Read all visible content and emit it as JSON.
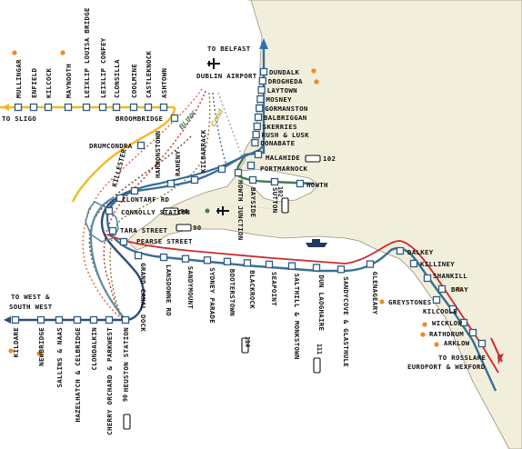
{
  "colors": {
    "sea": "#f1eedc",
    "land": "#ffffff",
    "coast": "#9a9478",
    "dart": "#3a6e96",
    "north_line": "#3a7ac4",
    "west_line": "#f5b820",
    "kildare_line": "#334a78",
    "maynooth_line": "#5d8a9e",
    "howth_line": "#3e7a56",
    "red_line": "#cc2a2a",
    "blue_line": "#2e70b8",
    "orange_dot": "#f08a24",
    "luas_green_dots": "#8b7a2f",
    "luas_red_dots": "#e06040"
  },
  "labels": {
    "to_belfast": "TO BELFAST",
    "dublin_airport": "DUBLIN AIRPORT",
    "to_sligo": "TO SLIGO",
    "to_west": "TO WEST &",
    "south_west": "SOUTH WEST",
    "to_rosslare": "TO ROSSLARE",
    "europort_wexford": "EUROPORT & WEXFORD",
    "bus_90": "90",
    "bus_90_tara": "90",
    "bus_102": "102",
    "bus_102_sutton": "102",
    "bus_114": "114",
    "bus_111": "111",
    "bus_90_heuston": "90",
    "brand_1": "BLINK",
    "brand_2": "Cond"
  },
  "stations": {
    "dundalk": "DUNDALK",
    "drogheda": "DROGHEDA",
    "laytown": "LAYTOWN",
    "mosney": "MOSNEY",
    "gormanston": "GORMANSTON",
    "balbriggan": "BALBRIGGAN",
    "skerries": "SKERRIES",
    "rush_lusk": "RUSH & LUSK",
    "donabate": "DONABATE",
    "malahide": "MALAHIDE",
    "portmarnock": "PORTMARNOCK",
    "howth": "HOWTH",
    "sutton": "SUTTON",
    "bayside": "BAYSIDE",
    "howth_junction": "HOWTH JUNCTION",
    "kilbarrack": "KILBARRACK",
    "raheny": "RAHENY",
    "harmonstown": "HARMONSTOWN",
    "killester": "KILLESTER",
    "clontarf_rd": "CLONTARF RD",
    "connolly": "CONNOLLY STATION",
    "tara_street": "TARA STREET",
    "pearse_street": "PEARSE STREET",
    "drumcondra": "DRUMCONDRA",
    "broombridge": "BROOMBRIDGE",
    "mullingar": "MULLINGAR",
    "enfield": "ENFIELD",
    "kilcock": "KILCOCK",
    "maynooth": "MAYNOOTH",
    "leixlip_louisa": "LEIXLIP LOUISA BRIDGE",
    "leixlip_confey": "LEIXLIP CONFEY",
    "clonsilla": "CLONSILLA",
    "coolmine": "COOLMINE",
    "castleknock": "CASTLEKNOCK",
    "ashtown": "ASHTOWN",
    "grand_canal_dock": "GRAND CANAL DOCK",
    "lansdowne_rd": "LANSDOWNE RD",
    "sandymount": "SANDYMOUNT",
    "sydney_parade": "SYDNEY PARADE",
    "booterstown": "BOOTERSTOWN",
    "blackrock": "BLACKROCK",
    "seapoint": "SEAPOINT",
    "salthill": "SALTHILL & MONKSTOWN",
    "dun_laoghaire": "DUN LAOGHAIRE",
    "sandycove": "SANDYCOVE & GLASTHULE",
    "glenageary": "GLENAGEARY",
    "dalkey": "DALKEY",
    "killiney": "KILLINEY",
    "shankill": "SHANKILL",
    "bray": "BRAY",
    "greystones": "GREYSTONES",
    "kilcoole": "KILCOOLE",
    "wicklow": "WICKLOW",
    "rathdrum": "RATHDRUM",
    "arklow": "ARKLOW",
    "kildare": "KILDARE",
    "newbridge": "NEWBRIDGE",
    "sallins": "SALLINS & NAAS",
    "hazelhatch": "HAZELHATCH & CELBRIDGE",
    "clondalkin": "CLONDALKIN",
    "cherry_orchard": "CHERRY ORCHARD & PARKWEST",
    "heuston": "HEUSTON STATION"
  }
}
